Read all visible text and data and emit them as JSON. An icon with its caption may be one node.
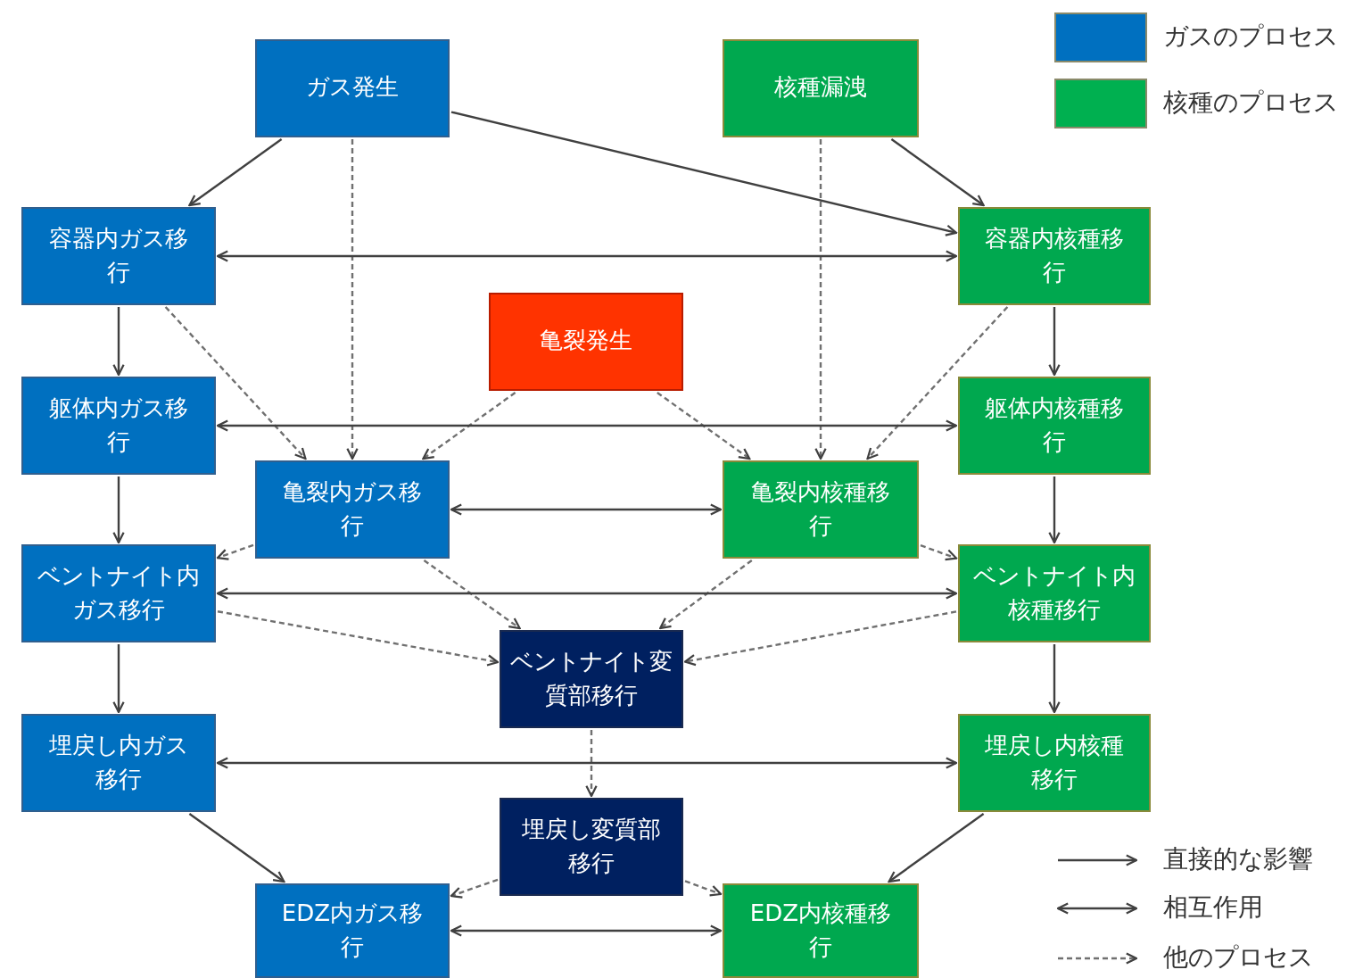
{
  "diagram": {
    "nodes": [
      {
        "text": [
          "ガス発生"
        ]
      },
      {
        "text": [
          "核種漏洩"
        ]
      },
      {
        "text": [
          "容器内ガス移行"
        ]
      },
      {
        "text": [
          "容器内核種移行"
        ]
      },
      {
        "text": [
          "亀裂発生"
        ]
      },
      {
        "text": [
          "躯体内ガス移行"
        ]
      },
      {
        "text": [
          "躯体内核種移行"
        ]
      },
      {
        "text": [
          "亀裂内ガス移行"
        ]
      },
      {
        "text": [
          "亀裂内核種移行"
        ]
      },
      {
        "text": [
          "ベントナイト内ガス移行"
        ]
      },
      {
        "text": [
          "ベントナイト内核種移行"
        ]
      },
      {
        "text": [
          "ベントナイト変質部移行"
        ]
      },
      {
        "text": [
          "埋戻し内ガス移行"
        ]
      },
      {
        "text": [
          "埋戻し内核種移行"
        ]
      },
      {
        "text": [
          "埋戻し変質部移行"
        ]
      },
      {
        "text": [
          "EDZ内ガス移行"
        ]
      },
      {
        "text": [
          "EDZ内核種移行"
        ]
      }
    ],
    "edges": [
      {
        "from": 0,
        "to": 2,
        "arrow": "to"
      },
      {
        "from": 0,
        "to": 3,
        "arrow": "to"
      },
      {
        "from": 0,
        "to": 7,
        "arrow": "to",
        "style": "dashed"
      },
      {
        "from": 1,
        "to": 3,
        "arrow": "to"
      },
      {
        "from": 1,
        "to": 8,
        "arrow": "to",
        "style": "dashed"
      },
      {
        "from": 2,
        "to": 3,
        "arrow": "both"
      },
      {
        "from": 2,
        "to": 5,
        "arrow": "to"
      },
      {
        "from": 2,
        "to": 7,
        "arrow": "to",
        "style": "dashed"
      },
      {
        "from": 3,
        "to": 6,
        "arrow": "to"
      },
      {
        "from": 3,
        "to": 8,
        "arrow": "to",
        "style": "dashed"
      },
      {
        "from": 4,
        "to": 7,
        "arrow": "to",
        "style": "dashed"
      },
      {
        "from": 4,
        "to": 8,
        "arrow": "to",
        "style": "dashed"
      },
      {
        "from": 5,
        "to": 6,
        "arrow": "both"
      },
      {
        "from": 5,
        "to": 9,
        "arrow": "to"
      },
      {
        "from": 6,
        "to": 10,
        "arrow": "to"
      },
      {
        "from": 7,
        "to": 8,
        "arrow": "both"
      },
      {
        "from": 7,
        "to": 9,
        "arrow": "to",
        "style": "dashed"
      },
      {
        "from": 8,
        "to": 10,
        "arrow": "to",
        "style": "dashed"
      },
      {
        "from": 7,
        "to": 11,
        "arrow": "to",
        "style": "dashed"
      },
      {
        "from": 8,
        "to": 11,
        "arrow": "to",
        "style": "dashed"
      },
      {
        "from": 9,
        "to": 10,
        "arrow": "both"
      },
      {
        "from": 9,
        "to": 12,
        "arrow": "to"
      },
      {
        "from": 10,
        "to": 13,
        "arrow": "to"
      },
      {
        "from": 9,
        "to": 11,
        "arrow": "to",
        "style": "dashed"
      },
      {
        "from": 10,
        "to": 11,
        "arrow": "to",
        "style": "dashed"
      },
      {
        "from": 11,
        "to": 14,
        "arrow": "to",
        "style": "dashed"
      },
      {
        "from": 12,
        "to": 13,
        "arrow": "both"
      },
      {
        "from": 12,
        "to": 15,
        "arrow": "to"
      },
      {
        "from": 13,
        "to": 16,
        "arrow": "to"
      },
      {
        "from": 14,
        "to": 15,
        "arrow": "to",
        "style": "dashed"
      },
      {
        "from": 14,
        "to": 16,
        "arrow": "to",
        "style": "dashed"
      },
      {
        "from": 15,
        "to": 16,
        "arrow": "both"
      }
    ],
    "legend": [
      {
        "text": "ガスのプロセス",
        "color": "#0070c0"
      },
      {
        "text": "核種のプロセス",
        "color": "#00b050"
      },
      {
        "text": "直接的な影響"
      },
      {
        "text": "相互作用"
      },
      {
        "text": "他のプロセス"
      }
    ]
  }
}
